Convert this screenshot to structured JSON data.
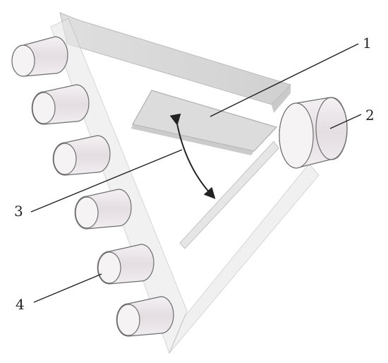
{
  "labels": {
    "one": "1",
    "two": "2",
    "three": "3",
    "four": "4"
  },
  "colors": {
    "plate": "#d6d6d6",
    "plate_edge": "#a8a8a8",
    "tube": "#e8e2e6",
    "tube_edge": "#6e6e6e",
    "leader": "#222222"
  }
}
